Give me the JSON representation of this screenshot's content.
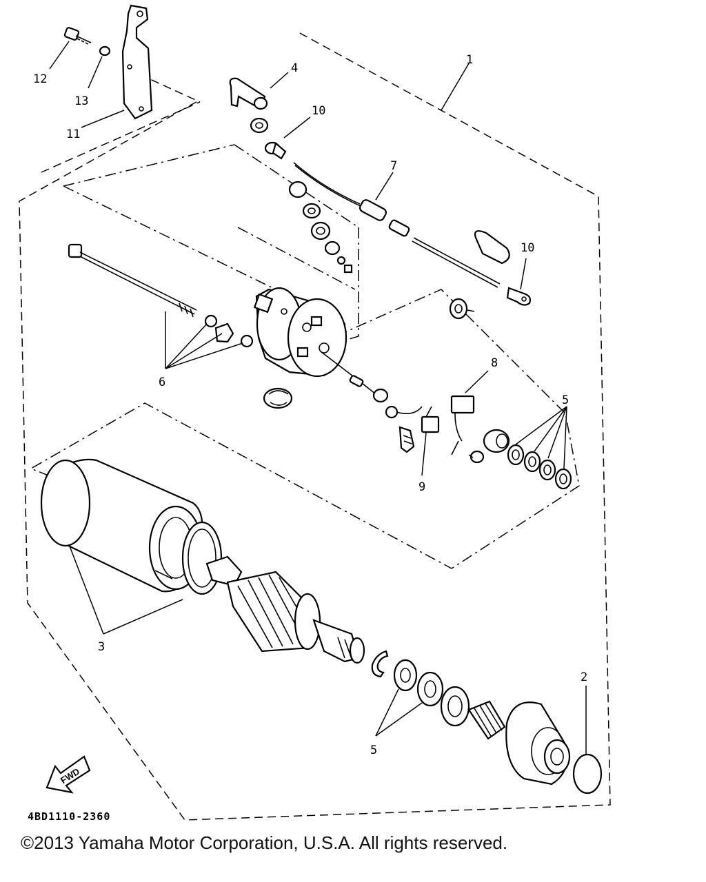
{
  "diagram": {
    "callouts": {
      "c1": "1",
      "c2": "2",
      "c3": "3",
      "c4": "4",
      "c5a": "5",
      "c5b": "5",
      "c6": "6",
      "c7": "7",
      "c8": "8",
      "c9": "9",
      "c10a": "10",
      "c10b": "10",
      "c11": "11",
      "c12": "12",
      "c13": "13"
    },
    "fwd_label": "FWD",
    "part_code": "4BD1110-2360"
  },
  "footer": {
    "copyright": "©2013 Yamaha Motor Corporation, U.S.A. All rights reserved."
  }
}
